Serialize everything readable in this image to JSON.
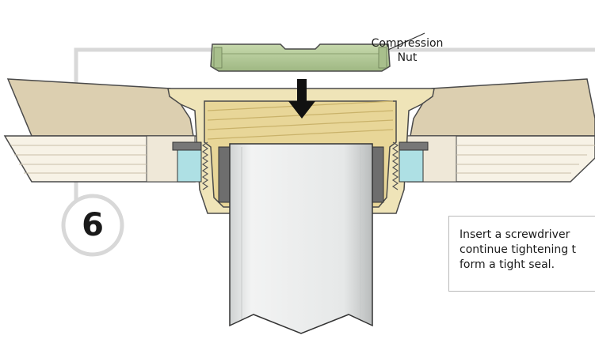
{
  "diagram": {
    "step_number": "6",
    "callout_label": "Compression\nNut",
    "instruction": "Insert a screwdriver\ncontinue tightening t\nform a tight seal."
  },
  "colors": {
    "countertop": "#dccfb0",
    "basin": "#efe4b8",
    "fitting": "#e8d698",
    "compression_nut": "#b3c89a",
    "gasket": "#aee0e4",
    "pipe": "#e0e2e2",
    "frame_line": "#d8d8d8",
    "arrow": "#111111"
  },
  "icons": {
    "direction": "down-arrow-icon"
  }
}
